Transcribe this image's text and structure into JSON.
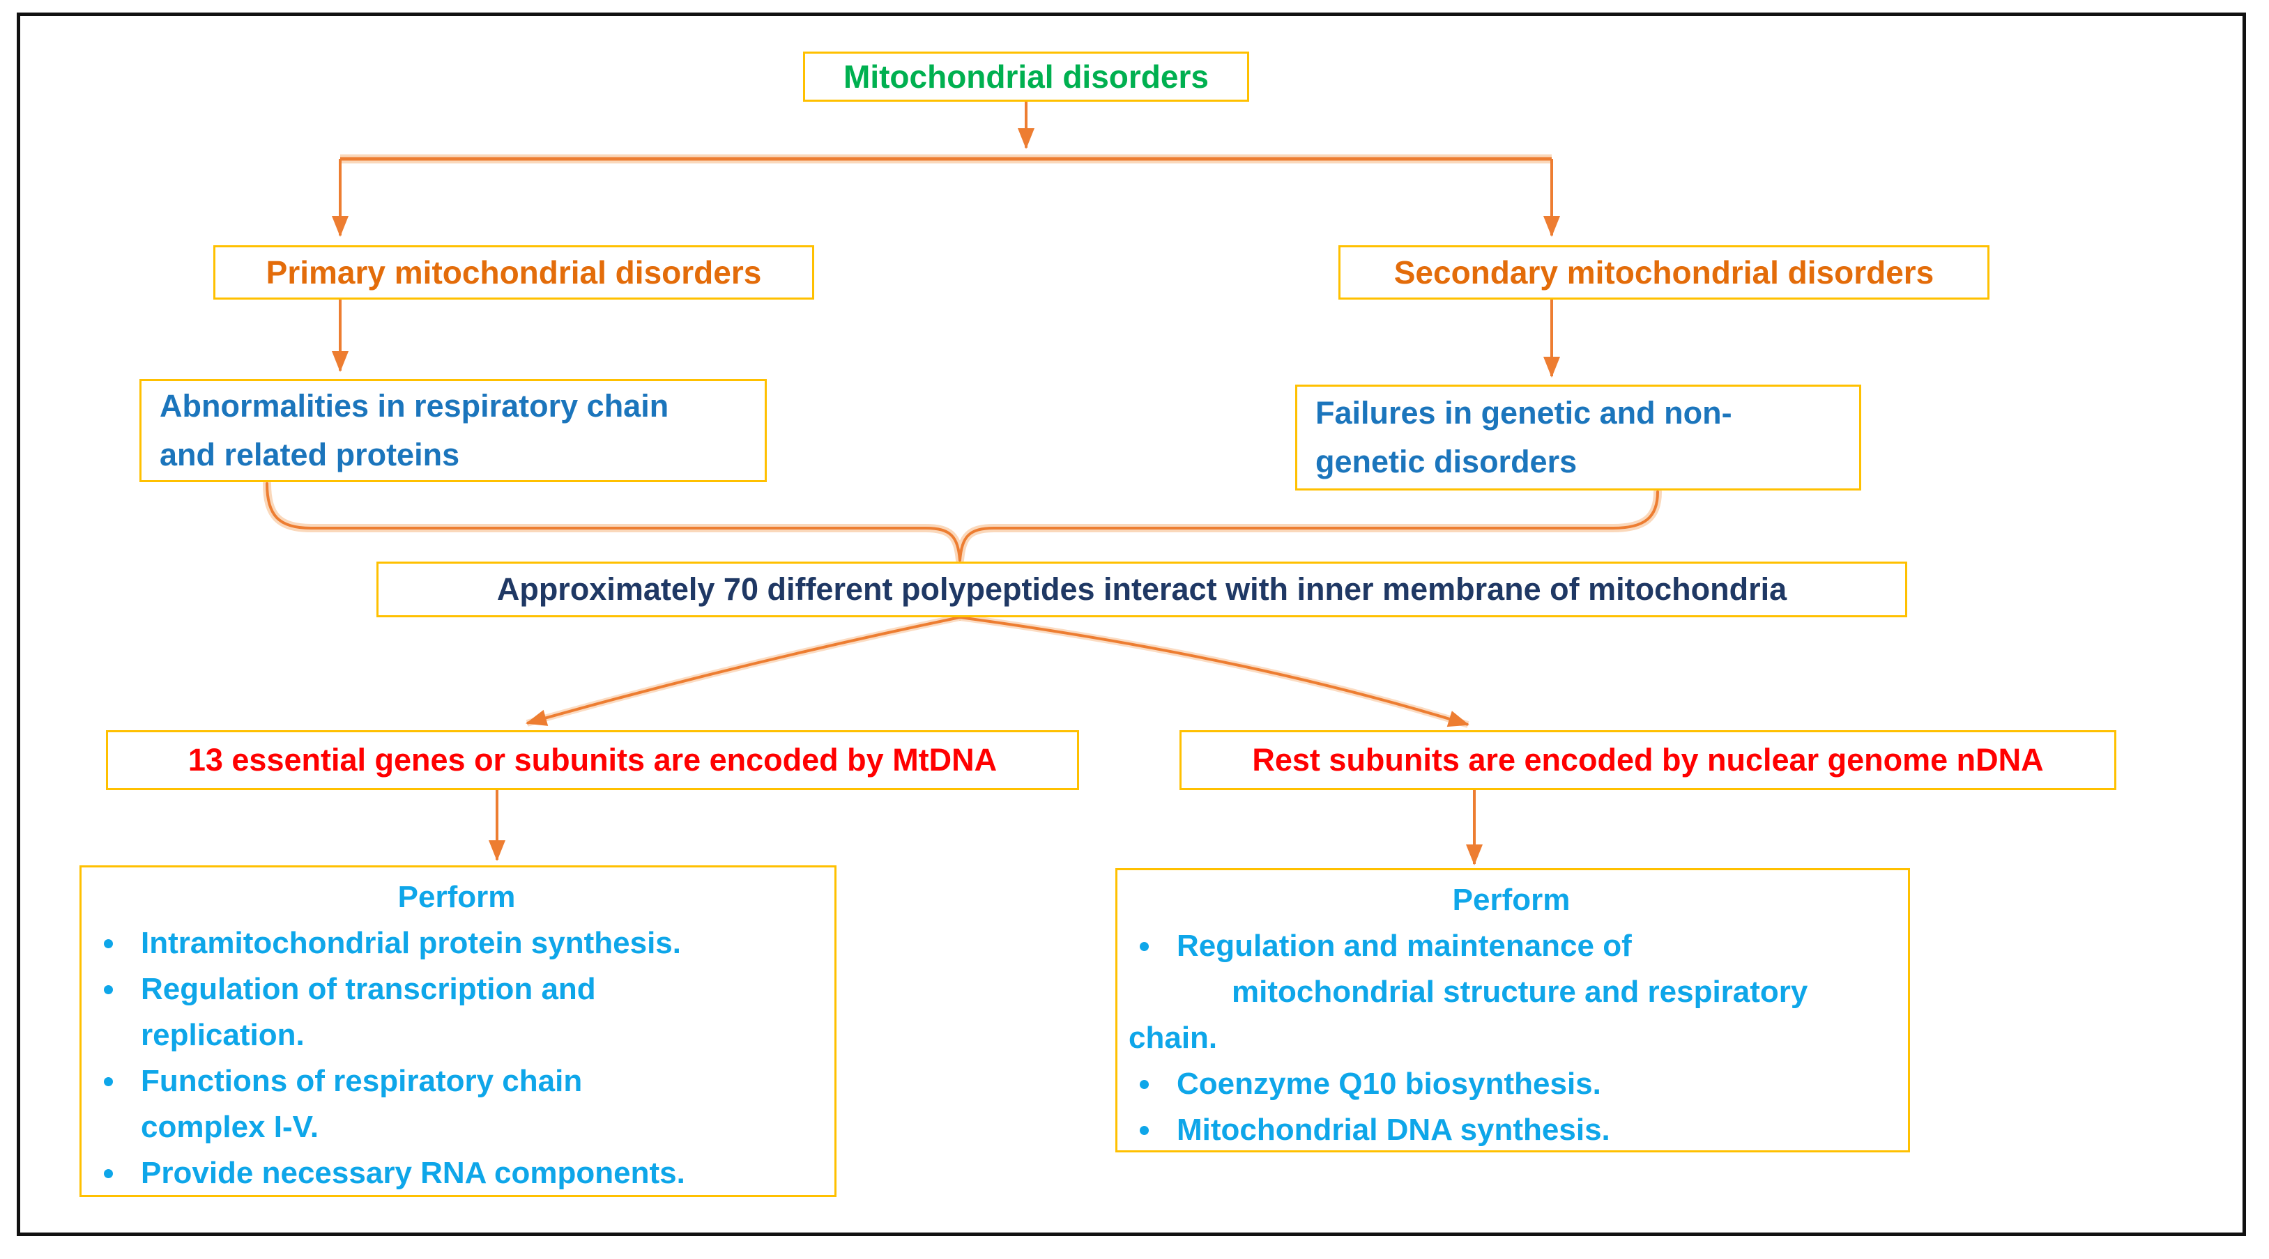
{
  "flow": {
    "root": "Mitochondrial disorders",
    "primary": "Primary mitochondrial disorders",
    "secondary": "Secondary mitochondrial disorders",
    "abnormalities_line1": "Abnormalities in respiratory chain",
    "abnormalities_line2": "and related proteins",
    "failures_line1": "Failures in genetic and non-",
    "failures_line2": "genetic disorders",
    "polypeptides": "Approximately 70 different polypeptides interact with inner membrane of mitochondria",
    "mtdna": "13 essential genes or subunits are encoded by MtDNA",
    "ndna": "Rest subunits are encoded by nuclear genome nDNA",
    "perform_left": {
      "title": "Perform",
      "item1": "Intramitochondrial protein synthesis.",
      "item2_line1": "Regulation of transcription and",
      "item2_line2": "replication.",
      "item3_line1": "Functions of respiratory chain",
      "item3_line2": "complex I-V.",
      "item4": "Provide necessary RNA components."
    },
    "perform_right": {
      "title": "Perform",
      "item1_line1": "Regulation and maintenance of",
      "item1_line2": "mitochondrial structure and respiratory",
      "item1_line3": "chain.",
      "item2": "Coenzyme Q10 biosynthesis.",
      "item3": "Mitochondrial DNA synthesis."
    }
  },
  "colors": {
    "frame": "#111111",
    "box_border": "#FFC000",
    "arrow": "#ED7D31",
    "arrow_glow": "#F5A868",
    "root_text": "#00B050",
    "level2_text": "#E36C0A",
    "level3_text": "#1B75BC",
    "merge_text": "#1F3864",
    "level5_text": "#FF0000",
    "perform_text": "#0EA6E9"
  }
}
